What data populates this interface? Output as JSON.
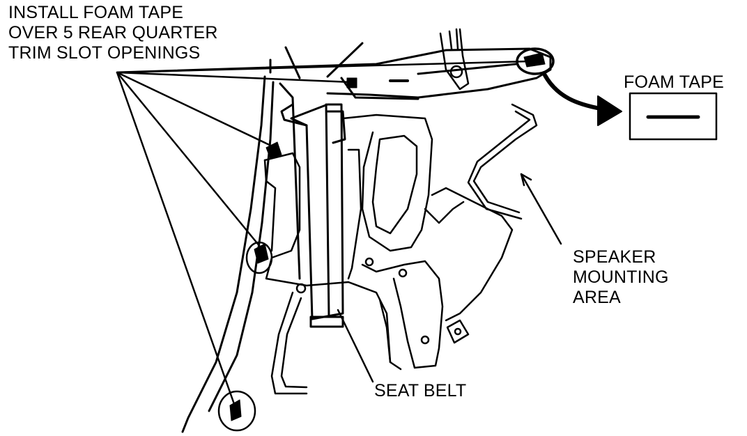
{
  "callout": {
    "lines": [
      "INSTALL FOAM TAPE",
      "OVER 5 REAR QUARTER",
      "TRIM SLOT OPENINGS"
    ]
  },
  "foam_tape": {
    "label": "FOAM TAPE"
  },
  "speaker": {
    "lines": [
      "SPEAKER",
      "MOUNTING",
      "AREA"
    ]
  },
  "seat_belt": {
    "label": "SEAT BELT"
  },
  "colors": {
    "ink": "#000000",
    "paper": "#ffffff"
  }
}
